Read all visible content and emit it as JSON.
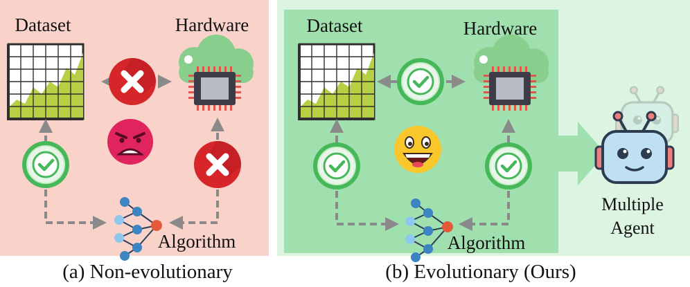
{
  "panel_a": {
    "dataset_label": "Dataset",
    "hardware_label": "Hardware",
    "algorithm_label": "Algorithm",
    "caption": "(a) Non-evolutionary"
  },
  "panel_b": {
    "dataset_label": "Dataset",
    "hardware_label": "Hardware",
    "algorithm_label": "Algorithm",
    "caption": "(b) Evolutionary (Ours)"
  },
  "agent": {
    "label_line1": "Multiple",
    "label_line2": "Agent"
  },
  "colors": {
    "panel_a_bg": "#f9d3c9",
    "panel_b_outer_bg": "#dcf4e1",
    "panel_b_inner_bg": "#9fe0ae",
    "check_green": "#47b85a",
    "cross_red": "#d7262a",
    "arrow_gray": "#8a8a8a",
    "cloud_green": "#88cf8e",
    "chart_fill": "#b7cf45",
    "robot_blue": "#bfe0f2"
  },
  "icons": {
    "ok": "check-circle-icon",
    "fail": "x-circle-icon",
    "mood_a": "angry-face-icon",
    "mood_b": "smiling-face-icon"
  }
}
